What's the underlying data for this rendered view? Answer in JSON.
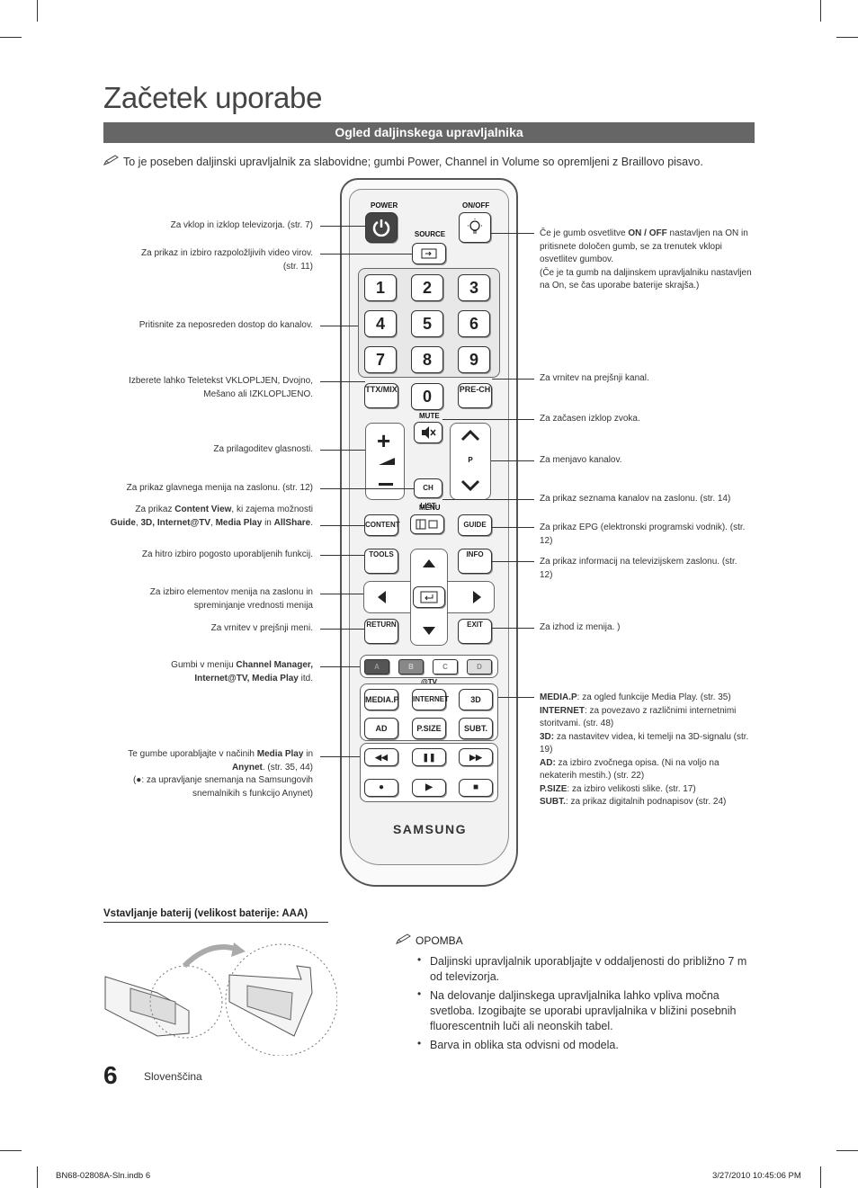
{
  "title": "Začetek uporabe",
  "section_bar": "Ogled daljinskega upravljalnika",
  "intro": "To je poseben daljinski upravljalnik za slabovidne; gumbi Power, Channel in Volume so opremljeni z Braillovo pisavo.",
  "left_annotations": {
    "power": "Za vklop in izklop televizorja. (str. 7)",
    "source": "Za prikaz in izbiro razpoložljivih video virov. (str. 11)",
    "numbers": "Pritisnite za neposreden dostop do kanalov.",
    "ttx": "Izberete lahko Teletekst VKLOPLJEN, Dvojno, Mešano ali IZKLOPLJENO.",
    "volume": "Za prilagoditev glasnosti.",
    "menu": "Za prikaz glavnega menija na zaslonu. (str. 12)",
    "content_1": "Za prikaz ",
    "content_b1": "Content View",
    "content_2": ", ki zajema možnosti ",
    "content_b2": "Guide",
    "content_3": ", ",
    "content_b3": "3D, Internet@TV",
    "content_4": ", ",
    "content_b4": "Media Play",
    "content_5": " in ",
    "content_b5": "AllShare",
    "content_6": ".",
    "tools": "Za hitro izbiro pogosto uporabljenih funkcij.",
    "nav": "Za izbiro elementov menija na zaslonu in spreminjanje vrednosti menija",
    "return": "Za vrnitev v prejšnji meni.",
    "color_1": "Gumbi v meniju ",
    "color_b1": "Channel Manager, Internet@TV, Media Play",
    "color_2": " itd.",
    "playback_1": "Te gumbe uporabljajte v načinih ",
    "playback_b1": "Media Play",
    "playback_2": " in ",
    "playback_b2": "Anynet",
    "playback_3": ". (str. 35, 44)",
    "playback_4": "(●: za upravljanje snemanja na Samsungovih snemalnikih s funkcijo Anynet",
    "playback_5": ")"
  },
  "right_annotations": {
    "onoff_1": "Če je gumb osvetlitve ",
    "onoff_b1": "ON / OFF",
    "onoff_2": " nastavljen na ON in pritisnete določen gumb, se za trenutek vklopi osvetlitev gumbov.",
    "onoff_3": "(Če je ta gumb na daljinskem upravljalniku nastavljen na On, se čas uporabe baterije skrajša.)",
    "prech": "Za vrnitev na prejšnji kanal.",
    "mute": "Za začasen izklop zvoka.",
    "channel": "Za menjavo kanalov.",
    "chlist": "Za prikaz seznama kanalov na zaslonu. (str. 14)",
    "guide": "Za prikaz EPG (elektronski programski vodnik). (str. 12)",
    "info": "Za prikaz informacij na televizijskem zaslonu. (str. 12)",
    "exit": "Za izhod iz menija. )",
    "mediap_b": "MEDIA.P",
    "mediap": ": za ogled funkcije Media Play. (str. 35)",
    "internet_b": "INTERNET",
    "internet": ": za povezavo z različnimi internetnimi storitvami. (str. 48)",
    "d3_b": "3D:",
    "d3": " za nastavitev videa, ki temelji na 3D-signalu (str. 19)",
    "ad_b": "AD:",
    "ad": " za izbiro zvočnega opisa. (Ni na voljo na nekaterih mestih.) (str. 22)",
    "psize_b": "P.SIZE",
    "psize": ": za izbiro velikosti slike. (str. 17)",
    "subt_b": "SUBT.",
    "subt": ": za prikaz digitalnih podnapisov (str. 24)"
  },
  "remote": {
    "power": "POWER",
    "onoff": "ON/OFF",
    "source": "SOURCE",
    "numbers": [
      "1",
      "2",
      "3",
      "4",
      "5",
      "6",
      "7",
      "8",
      "9"
    ],
    "zero": "0",
    "ttx": "TTX/MIX",
    "prech": "PRE-CH",
    "mute": "MUTE",
    "p": "P",
    "chlist": "CH LIST",
    "menu": "MENU",
    "content": "CONTENT",
    "guide": "GUIDE",
    "tools": "TOOLS",
    "info": "INFO",
    "return": "RETURN",
    "exit": "EXIT",
    "colors": [
      "A",
      "B",
      "C",
      "D"
    ],
    "attv": "@TV",
    "media": [
      "MEDIA.P",
      "INTERNET",
      "3D",
      "AD",
      "P.SIZE",
      "SUBT."
    ],
    "brand": "SAMSUNG"
  },
  "battery_title": "Vstavljanje baterij (velikost baterije: AAA)",
  "note": {
    "heading": "OPOMBA",
    "items": [
      "Daljinski upravljalnik uporabljajte v oddaljenosti do približno 7 m od televizorja.",
      "Na delovanje daljinskega upravljalnika lahko vpliva močna svetloba. Izogibajte se uporabi upravljalnika v bližini posebnih fluorescentnih luči ali neonskih tabel.",
      "Barva in oblika sta odvisni od modela."
    ]
  },
  "page_number": "6",
  "language": "Slovenščina",
  "footer_left": "BN68-02808A-Sln.indb   6",
  "footer_right": "3/27/2010   10:45:06 PM"
}
